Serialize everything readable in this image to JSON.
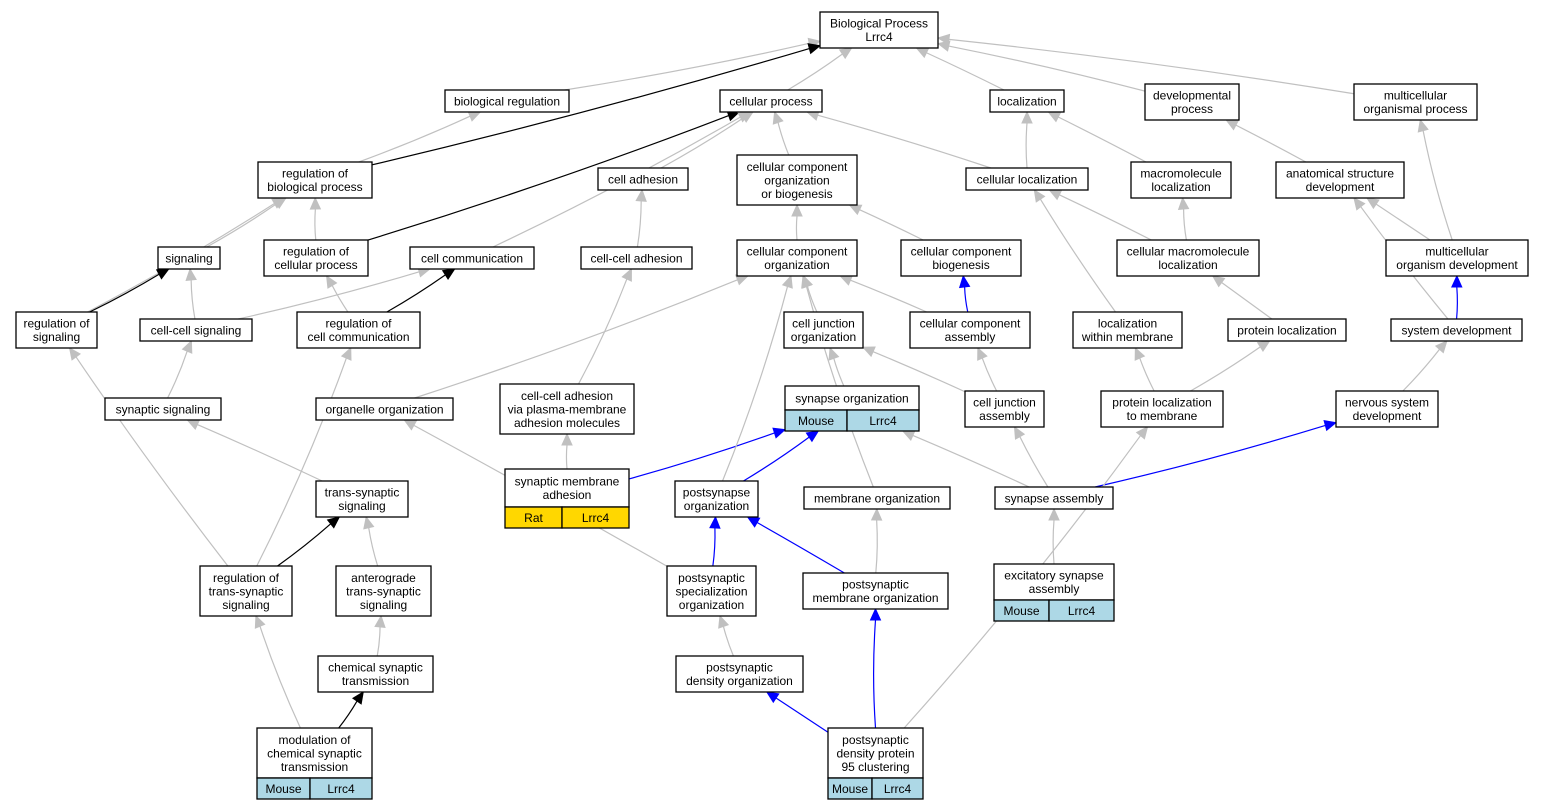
{
  "colors": {
    "is_a_edge": "#c0c0c0",
    "regulates_edge": "#000000",
    "part_of_edge": "#0000ff",
    "mouse_annotation": "#add8e6",
    "rat_annotation": "#ffd700"
  },
  "nodes": {
    "root": {
      "lines": [
        "Biological Process",
        "Lrrc4"
      ]
    },
    "biological_regulation": {
      "lines": [
        "biological regulation"
      ]
    },
    "cellular_process": {
      "lines": [
        "cellular process"
      ]
    },
    "localization": {
      "lines": [
        "localization"
      ]
    },
    "developmental_process": {
      "lines": [
        "developmental",
        "process"
      ]
    },
    "multicellular_organismal_process": {
      "lines": [
        "multicellular",
        "organismal process"
      ]
    },
    "regulation_of_biological_process": {
      "lines": [
        "regulation of",
        "biological process"
      ]
    },
    "cell_adhesion": {
      "lines": [
        "cell adhesion"
      ]
    },
    "ccob": {
      "lines": [
        "cellular component",
        "organization",
        "or biogenesis"
      ]
    },
    "cellular_localization": {
      "lines": [
        "cellular localization"
      ]
    },
    "macromolecule_localization": {
      "lines": [
        "macromolecule",
        "localization"
      ]
    },
    "anatomical_structure_development": {
      "lines": [
        "anatomical structure",
        "development"
      ]
    },
    "signaling": {
      "lines": [
        "signaling"
      ]
    },
    "regulation_of_cellular_process": {
      "lines": [
        "regulation of",
        "cellular process"
      ]
    },
    "cell_communication": {
      "lines": [
        "cell communication"
      ]
    },
    "cell_cell_adhesion": {
      "lines": [
        "cell-cell adhesion"
      ]
    },
    "cco": {
      "lines": [
        "cellular component",
        "organization"
      ]
    },
    "ccb": {
      "lines": [
        "cellular component",
        "biogenesis"
      ]
    },
    "cellular_macromolecule_localization": {
      "lines": [
        "cellular macromolecule",
        "localization"
      ]
    },
    "multicellular_organism_development": {
      "lines": [
        "multicellular",
        "organism development"
      ]
    },
    "regulation_of_signaling": {
      "lines": [
        "regulation of",
        "signaling"
      ]
    },
    "cell_cell_signaling": {
      "lines": [
        "cell-cell signaling"
      ]
    },
    "regulation_of_cell_communication": {
      "lines": [
        "regulation of",
        "cell communication"
      ]
    },
    "cell_junction_organization": {
      "lines": [
        "cell junction",
        "organization"
      ]
    },
    "cca": {
      "lines": [
        "cellular component",
        "assembly"
      ]
    },
    "localization_within_membrane": {
      "lines": [
        "localization",
        "within membrane"
      ]
    },
    "protein_localization": {
      "lines": [
        "protein localization"
      ]
    },
    "system_development": {
      "lines": [
        "system development"
      ]
    },
    "synaptic_signaling": {
      "lines": [
        "synaptic signaling"
      ]
    },
    "organelle_organization": {
      "lines": [
        "organelle organization"
      ]
    },
    "cca_plasma": {
      "lines": [
        "cell-cell adhesion",
        "via plasma-membrane",
        "adhesion molecules"
      ]
    },
    "synapse_organization": {
      "lines": [
        "synapse organization"
      ],
      "annotation": [
        "Mouse",
        "Lrrc4"
      ]
    },
    "cell_junction_assembly": {
      "lines": [
        "cell junction",
        "assembly"
      ]
    },
    "protein_localization_to_membrane": {
      "lines": [
        "protein localization",
        "to membrane"
      ]
    },
    "nervous_system_development": {
      "lines": [
        "nervous system",
        "development"
      ]
    },
    "trans_synaptic_signaling": {
      "lines": [
        "trans-synaptic",
        "signaling"
      ]
    },
    "synaptic_membrane_adhesion": {
      "lines": [
        "synaptic membrane",
        "adhesion"
      ],
      "annotation": [
        "Rat",
        "Lrrc4"
      ]
    },
    "postsynapse_organization": {
      "lines": [
        "postsynapse",
        "organization"
      ]
    },
    "membrane_organization": {
      "lines": [
        "membrane organization"
      ]
    },
    "synapse_assembly": {
      "lines": [
        "synapse assembly"
      ]
    },
    "regulation_of_trans_synaptic_signaling": {
      "lines": [
        "regulation of",
        "trans-synaptic",
        "signaling"
      ]
    },
    "anterograde_trans_synaptic_signaling": {
      "lines": [
        "anterograde",
        "trans-synaptic",
        "signaling"
      ]
    },
    "postsynaptic_specialization_organization": {
      "lines": [
        "postsynaptic",
        "specialization",
        "organization"
      ]
    },
    "postsynaptic_membrane_organization": {
      "lines": [
        "postsynaptic",
        "membrane organization"
      ]
    },
    "excitatory_synapse_assembly": {
      "lines": [
        "excitatory synapse",
        "assembly"
      ],
      "annotation": [
        "Mouse",
        "Lrrc4"
      ]
    },
    "chemical_synaptic_transmission": {
      "lines": [
        "chemical synaptic",
        "transmission"
      ]
    },
    "postsynaptic_density_organization": {
      "lines": [
        "postsynaptic",
        "density organization"
      ]
    },
    "modulation_of_chemical_synaptic_transmission": {
      "lines": [
        "modulation of",
        "chemical synaptic",
        "transmission"
      ],
      "annotation": [
        "Mouse",
        "Lrrc4"
      ]
    },
    "psd95_clustering": {
      "lines": [
        "postsynaptic",
        "density protein",
        "95 clustering"
      ],
      "annotation": [
        "Mouse",
        "Lrrc4"
      ]
    }
  },
  "edges": [
    {
      "from": "biological_regulation",
      "to": "root",
      "type": "is_a"
    },
    {
      "from": "cellular_process",
      "to": "root",
      "type": "is_a"
    },
    {
      "from": "localization",
      "to": "root",
      "type": "is_a"
    },
    {
      "from": "developmental_process",
      "to": "root",
      "type": "is_a"
    },
    {
      "from": "multicellular_organismal_process",
      "to": "root",
      "type": "is_a"
    },
    {
      "from": "regulation_of_biological_process",
      "to": "root",
      "type": "regulates"
    },
    {
      "from": "regulation_of_biological_process",
      "to": "biological_regulation",
      "type": "is_a"
    },
    {
      "from": "cell_adhesion",
      "to": "cellular_process",
      "type": "is_a"
    },
    {
      "from": "ccob",
      "to": "cellular_process",
      "type": "is_a"
    },
    {
      "from": "cellular_localization",
      "to": "cellular_process",
      "type": "is_a"
    },
    {
      "from": "cellular_localization",
      "to": "localization",
      "type": "is_a"
    },
    {
      "from": "macromolecule_localization",
      "to": "localization",
      "type": "is_a"
    },
    {
      "from": "anatomical_structure_development",
      "to": "developmental_process",
      "type": "is_a"
    },
    {
      "from": "signaling",
      "to": "regulation_of_biological_process",
      "type": "is_a"
    },
    {
      "from": "regulation_of_cellular_process",
      "to": "regulation_of_biological_process",
      "type": "is_a"
    },
    {
      "from": "regulation_of_cellular_process",
      "to": "cellular_process",
      "type": "regulates"
    },
    {
      "from": "cell_communication",
      "to": "cellular_process",
      "type": "is_a"
    },
    {
      "from": "cell_cell_adhesion",
      "to": "cell_adhesion",
      "type": "is_a"
    },
    {
      "from": "cco",
      "to": "ccob",
      "type": "is_a"
    },
    {
      "from": "ccb",
      "to": "ccob",
      "type": "is_a"
    },
    {
      "from": "cellular_macromolecule_localization",
      "to": "cellular_localization",
      "type": "is_a"
    },
    {
      "from": "cellular_macromolecule_localization",
      "to": "macromolecule_localization",
      "type": "is_a"
    },
    {
      "from": "multicellular_organism_development",
      "to": "anatomical_structure_development",
      "type": "is_a"
    },
    {
      "from": "multicellular_organism_development",
      "to": "multicellular_organismal_process",
      "type": "is_a"
    },
    {
      "from": "regulation_of_signaling",
      "to": "regulation_of_biological_process",
      "type": "is_a"
    },
    {
      "from": "regulation_of_signaling",
      "to": "signaling",
      "type": "regulates"
    },
    {
      "from": "cell_cell_signaling",
      "to": "signaling",
      "type": "is_a"
    },
    {
      "from": "cell_cell_signaling",
      "to": "cell_communication",
      "type": "is_a"
    },
    {
      "from": "regulation_of_cell_communication",
      "to": "regulation_of_cellular_process",
      "type": "is_a"
    },
    {
      "from": "regulation_of_cell_communication",
      "to": "cell_communication",
      "type": "regulates"
    },
    {
      "from": "cell_junction_organization",
      "to": "cco",
      "type": "is_a"
    },
    {
      "from": "cca",
      "to": "cco",
      "type": "is_a"
    },
    {
      "from": "cca",
      "to": "ccb",
      "type": "part_of"
    },
    {
      "from": "localization_within_membrane",
      "to": "cellular_localization",
      "type": "is_a"
    },
    {
      "from": "protein_localization",
      "to": "cellular_macromolecule_localization",
      "type": "is_a"
    },
    {
      "from": "system_development",
      "to": "multicellular_organism_development",
      "type": "part_of"
    },
    {
      "from": "system_development",
      "to": "anatomical_structure_development",
      "type": "is_a"
    },
    {
      "from": "synaptic_signaling",
      "to": "cell_cell_signaling",
      "type": "is_a"
    },
    {
      "from": "organelle_organization",
      "to": "cco",
      "type": "is_a"
    },
    {
      "from": "cca_plasma",
      "to": "cell_cell_adhesion",
      "type": "is_a"
    },
    {
      "from": "synapse_organization",
      "to": "cell_junction_organization",
      "type": "is_a"
    },
    {
      "from": "cell_junction_assembly",
      "to": "cell_junction_organization",
      "type": "is_a"
    },
    {
      "from": "cell_junction_assembly",
      "to": "cca",
      "type": "is_a"
    },
    {
      "from": "protein_localization_to_membrane",
      "to": "localization_within_membrane",
      "type": "is_a"
    },
    {
      "from": "protein_localization_to_membrane",
      "to": "protein_localization",
      "type": "is_a"
    },
    {
      "from": "nervous_system_development",
      "to": "system_development",
      "type": "is_a"
    },
    {
      "from": "trans_synaptic_signaling",
      "to": "synaptic_signaling",
      "type": "is_a"
    },
    {
      "from": "synaptic_membrane_adhesion",
      "to": "cca_plasma",
      "type": "is_a"
    },
    {
      "from": "synaptic_membrane_adhesion",
      "to": "synapse_organization",
      "type": "part_of"
    },
    {
      "from": "postsynapse_organization",
      "to": "synapse_organization",
      "type": "part_of"
    },
    {
      "from": "postsynapse_organization",
      "to": "cco",
      "type": "is_a"
    },
    {
      "from": "membrane_organization",
      "to": "cco",
      "type": "is_a"
    },
    {
      "from": "synapse_assembly",
      "to": "synapse_organization",
      "type": "is_a"
    },
    {
      "from": "synapse_assembly",
      "to": "cell_junction_assembly",
      "type": "is_a"
    },
    {
      "from": "synapse_assembly",
      "to": "nervous_system_development",
      "type": "part_of"
    },
    {
      "from": "regulation_of_trans_synaptic_signaling",
      "to": "regulation_of_signaling",
      "type": "is_a"
    },
    {
      "from": "regulation_of_trans_synaptic_signaling",
      "to": "regulation_of_cell_communication",
      "type": "is_a"
    },
    {
      "from": "regulation_of_trans_synaptic_signaling",
      "to": "trans_synaptic_signaling",
      "type": "regulates"
    },
    {
      "from": "anterograde_trans_synaptic_signaling",
      "to": "trans_synaptic_signaling",
      "type": "is_a"
    },
    {
      "from": "postsynaptic_specialization_organization",
      "to": "postsynapse_organization",
      "type": "part_of"
    },
    {
      "from": "postsynaptic_specialization_organization",
      "to": "organelle_organization",
      "type": "is_a"
    },
    {
      "from": "postsynaptic_membrane_organization",
      "to": "postsynapse_organization",
      "type": "part_of"
    },
    {
      "from": "postsynaptic_membrane_organization",
      "to": "membrane_organization",
      "type": "is_a"
    },
    {
      "from": "excitatory_synapse_assembly",
      "to": "synapse_assembly",
      "type": "is_a"
    },
    {
      "from": "chemical_synaptic_transmission",
      "to": "anterograde_trans_synaptic_signaling",
      "type": "is_a"
    },
    {
      "from": "postsynaptic_density_organization",
      "to": "postsynaptic_specialization_organization",
      "type": "is_a"
    },
    {
      "from": "modulation_of_chemical_synaptic_transmission",
      "to": "regulation_of_trans_synaptic_signaling",
      "type": "is_a"
    },
    {
      "from": "modulation_of_chemical_synaptic_transmission",
      "to": "chemical_synaptic_transmission",
      "type": "regulates"
    },
    {
      "from": "psd95_clustering",
      "to": "postsynaptic_density_organization",
      "type": "part_of"
    },
    {
      "from": "psd95_clustering",
      "to": "postsynaptic_membrane_organization",
      "type": "part_of"
    },
    {
      "from": "psd95_clustering",
      "to": "protein_localization_to_membrane",
      "type": "is_a"
    }
  ]
}
